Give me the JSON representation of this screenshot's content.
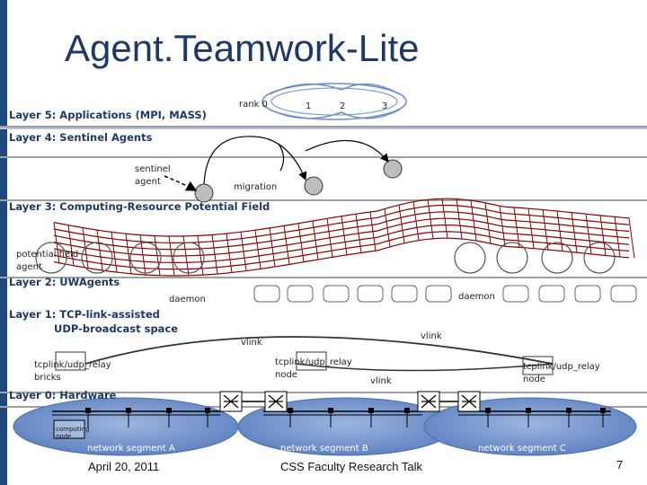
{
  "title": "Agent.Teamwork-Lite",
  "layers": {
    "l5": "Layer 5: Applications (MPI, MASS)",
    "l4": "Layer 4: Sentinel Agents",
    "l3": "Layer 3: Computing-Resource Potential Field",
    "l2": "Layer 2: UWAgents",
    "l1_line1": "Layer 1: TCP-link-assisted",
    "l1_line2": "UDP-broadcast space",
    "l0": "Layer 0: Hardware"
  },
  "ranks": {
    "rank0": "rank 0",
    "r1": "1",
    "r2": "2",
    "r3": "3"
  },
  "labels": {
    "sentinel_line1": "sentinel",
    "sentinel_line2": "agent",
    "migration": "migration",
    "potential_line1": "potential field",
    "potential_line2": "agent",
    "daemon_left": "daemon",
    "daemon_right": "daemon",
    "vlink_left": "vlink",
    "vlink_right": "vlink",
    "vlink_mid": "vlink",
    "relay_bricks_line1": "tcplink/udp_relay",
    "relay_bricks_line2": "bricks",
    "relay_node_b_line1": "tcplink/udp_relay",
    "relay_node_b_line2": "node",
    "relay_node_c_line1": "tcplink/udp_relay",
    "relay_node_c_line2": "node",
    "computing_line1": "computing",
    "computing_line2": "node"
  },
  "segments": {
    "a": "network segment A",
    "b": "network segment B",
    "c": "network segment C"
  },
  "footer": {
    "date": "April 20, 2011",
    "center": "CSS Faculty Research Talk",
    "page": "7"
  },
  "colors": {
    "title": "#1f3864",
    "mesh": "#8b0000",
    "segment": "#6b8fc8",
    "accent": "#1f497d"
  }
}
